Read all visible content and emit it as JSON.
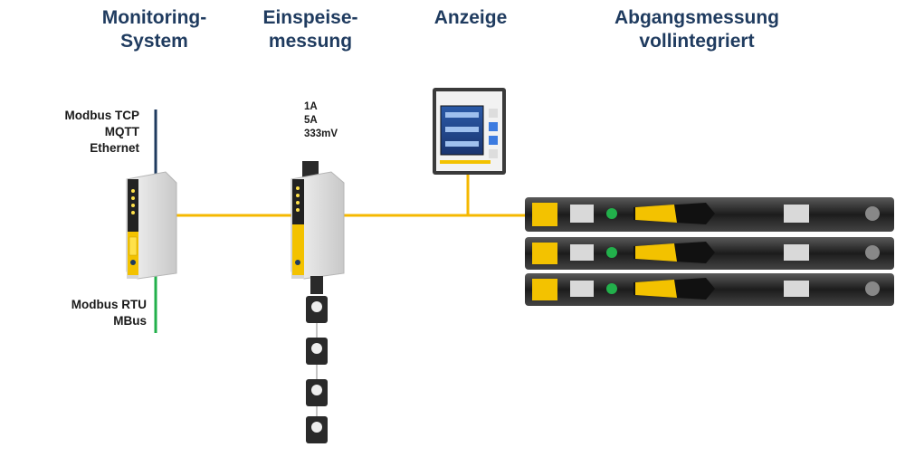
{
  "headings": {
    "monitoring": "Monitoring-\nSystem",
    "feed": "Einspeise-\nmessung",
    "display": "Anzeige",
    "outgoing": "Abgangsmessung\nvollintegriert"
  },
  "protocols": {
    "top": "Modbus TCP\nMQTT\nEthernet",
    "bottom": "Modbus RTU\nMBus"
  },
  "inputs": "1A\n5A\n333mV",
  "colors": {
    "heading": "#1f3b5f",
    "bus_line": "#f5b800",
    "ethernet_line": "#1f3b5f",
    "rtu_line": "#22b04b",
    "device_yellow": "#f3c200",
    "device_body": "#e9e9e9",
    "rail_dark": "#2a2a2a"
  },
  "icons": {
    "monitoring_device": "din-rail-monitoring-module-icon",
    "feed_device": "din-rail-measurement-module-icon",
    "ct_sensor": "current-transformer-icon",
    "display": "panel-display-icon",
    "switch_rail": "fuse-switch-disconnector-icon"
  }
}
